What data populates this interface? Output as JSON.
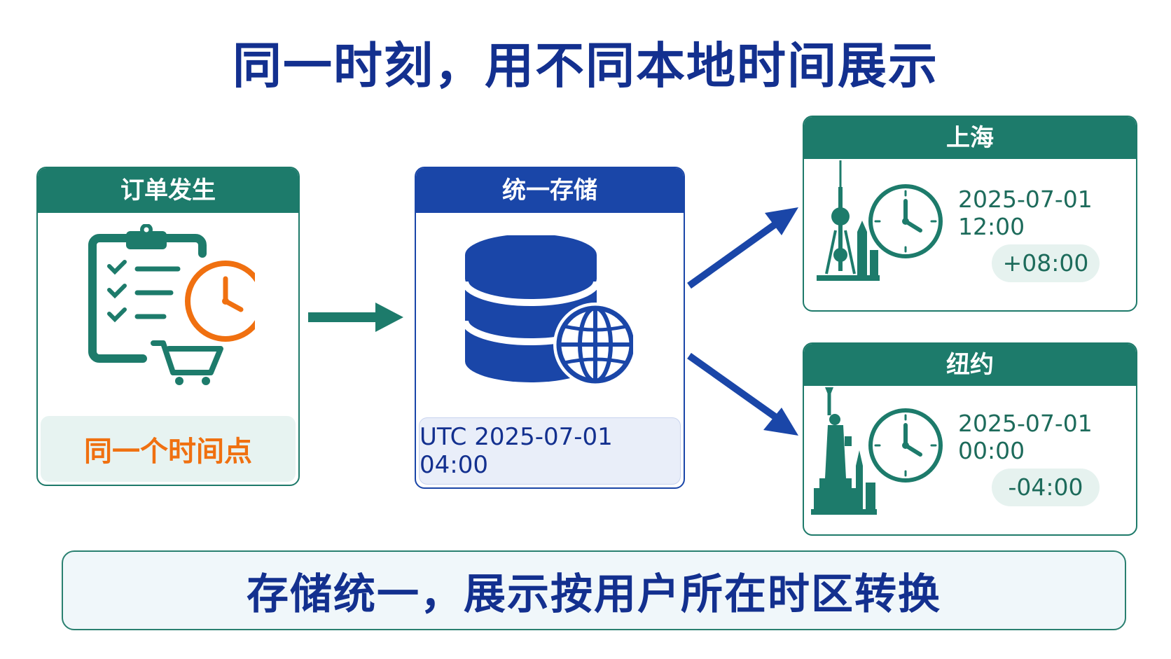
{
  "title": "同一时刻，用不同本地时间展示",
  "order_card": {
    "header": "订单发生",
    "footer": "同一个时间点"
  },
  "storage_card": {
    "header": "统一存储",
    "footer": "UTC 2025-07-01 04:00"
  },
  "cities": [
    {
      "name": "上海",
      "time": "2025-07-01 12:00",
      "offset": "+08:00"
    },
    {
      "name": "纽约",
      "time": "2025-07-01 00:00",
      "offset": "-04:00"
    }
  ],
  "summary": "存储统一，展示按用户所在时区转换",
  "colors": {
    "teal": "#1d7b6b",
    "blue": "#1a46a8",
    "navy": "#13308f",
    "orange": "#f07010"
  }
}
